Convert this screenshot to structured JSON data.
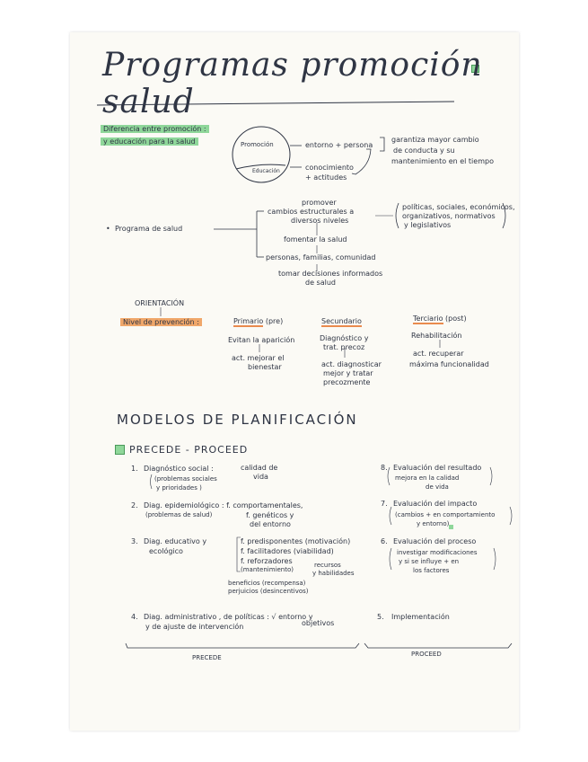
{
  "title": "Programas promoción salud",
  "section1": {
    "highlight_line1": "Diferencia entre promoción :",
    "highlight_line2": "y educación para la salud",
    "circle_top": "Promoción",
    "circle_bottom": "Educación",
    "promo_target": "entorno + persona",
    "edu_target_1": "conocimiento",
    "edu_target_2": "+ actitudes",
    "result_1": "garantiza mayor cambio",
    "result_2": "de conducta y su",
    "result_3": "mantenimiento en el tiempo"
  },
  "section2": {
    "label": "Programa de salud",
    "b1_1": "promover",
    "b1_2": "cambios estructurales a",
    "b1_3": "diversos niveles",
    "b1_r1": "políticas, sociales, económicos,",
    "b1_r2": "organizativos, normativos",
    "b1_r3": "y legislativos",
    "b2": "fomentar la salud",
    "b3": "personas, familias, comunidad",
    "b3_1": "tomar decisiones informados",
    "b3_2": "de salud"
  },
  "section3": {
    "orientation": "ORIENTACIÓN",
    "nivel": "Nivel de prevención :",
    "primario": "Primario",
    "primario_tag": "(pre)",
    "secundario": "Secundario",
    "terciario": "Terciario",
    "terciario_tag": "(post)",
    "p_1": "Evitan la aparición",
    "p_2": "act. mejorar el",
    "p_3": "bienestar",
    "s_1": "Diagnóstico y",
    "s_2": "trat. precoz",
    "s_3": "act. diagnosticar",
    "s_4": "mejor y tratar",
    "s_5": "precozmente",
    "t_1": "Rehabilitación",
    "t_2": "act. recuperar",
    "t_3": "máxima funcionalidad"
  },
  "section4": {
    "heading": "MODELOS DE PLANIFICACIÓN",
    "sub": "PRECEDE - PROCEED",
    "i1_num": "1.",
    "i1_1": "Diagnóstico social :",
    "i1_2": "calidad de",
    "i1_3": "vida",
    "i1_4": "(problemas sociales",
    "i1_5": "y prioridades )",
    "i2_num": "2.",
    "i2_1": "Diag. epidemiológico : f. comportamentales,",
    "i2_2": "(problemas de salud)",
    "i2_3": "f. genéticos y",
    "i2_4": "del entorno",
    "i3_num": "3.",
    "i3_1": "Diag. educativo y",
    "i3_2": "ecológico",
    "i3_3": "f. predisponentes (motivación)",
    "i3_4": "f. facilitadores (viabilidad)",
    "i3_5": "f. reforzadores",
    "i3_6": "(mantenimiento)",
    "i3_7": "recursos",
    "i3_8": "y habilidades",
    "i3_9": "beneficios (recompensa)",
    "i3_10": "perjuicios (desincentivos)",
    "i4_num": "4.",
    "i4_1": "Diag. administrativo , de políticas : √ entorno y",
    "i4_2": "y de ajuste de intervención",
    "i4_3": "objetivos",
    "i5_num": "5.",
    "i5_1": "Implementación",
    "i6_num": "6.",
    "i6_1": "Evaluación del proceso",
    "i6_2": "investigar modificaciones",
    "i6_3": "y si se influye + en",
    "i6_4": "los factores",
    "i7_num": "7.",
    "i7_1": "Evaluación del impacto",
    "i7_2": "(cambios + en comportamiento",
    "i7_3": "y entorno)",
    "i8_num": "8.",
    "i8_1": "Evaluación del resultado",
    "i8_2": "mejora en la calidad",
    "i8_3": "de vida",
    "precede": "PRECEDE",
    "proceed": "PROCEED"
  },
  "colors": {
    "ink": "#2f3544",
    "green_highlight": "#8fd79a",
    "orange_highlight": "#f0a76a",
    "paper": "#fbfaf5"
  }
}
